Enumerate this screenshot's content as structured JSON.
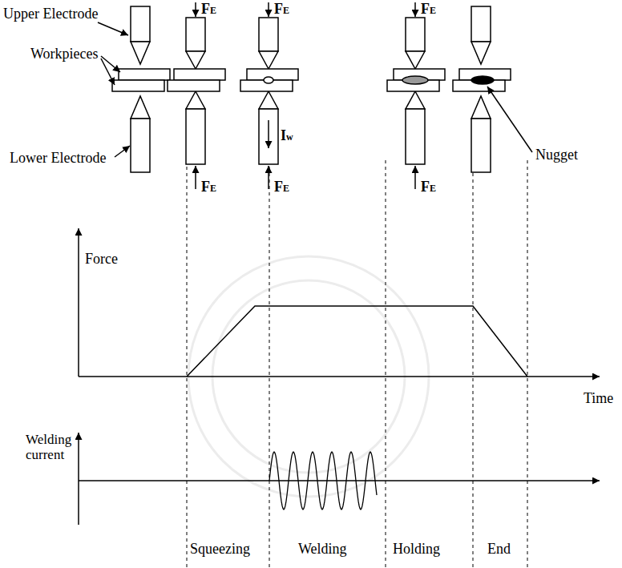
{
  "diagram": {
    "labels": [
      "Upper Electrode",
      "FE",
      "FE",
      "FE",
      "Workpieces",
      "Iw",
      "Lower Electrode",
      "FE",
      "FE",
      "FE",
      "Nugget",
      "Force",
      "Time",
      "Welding current",
      "Squeezing",
      "Welding",
      "Holding",
      "End"
    ]
  }
}
